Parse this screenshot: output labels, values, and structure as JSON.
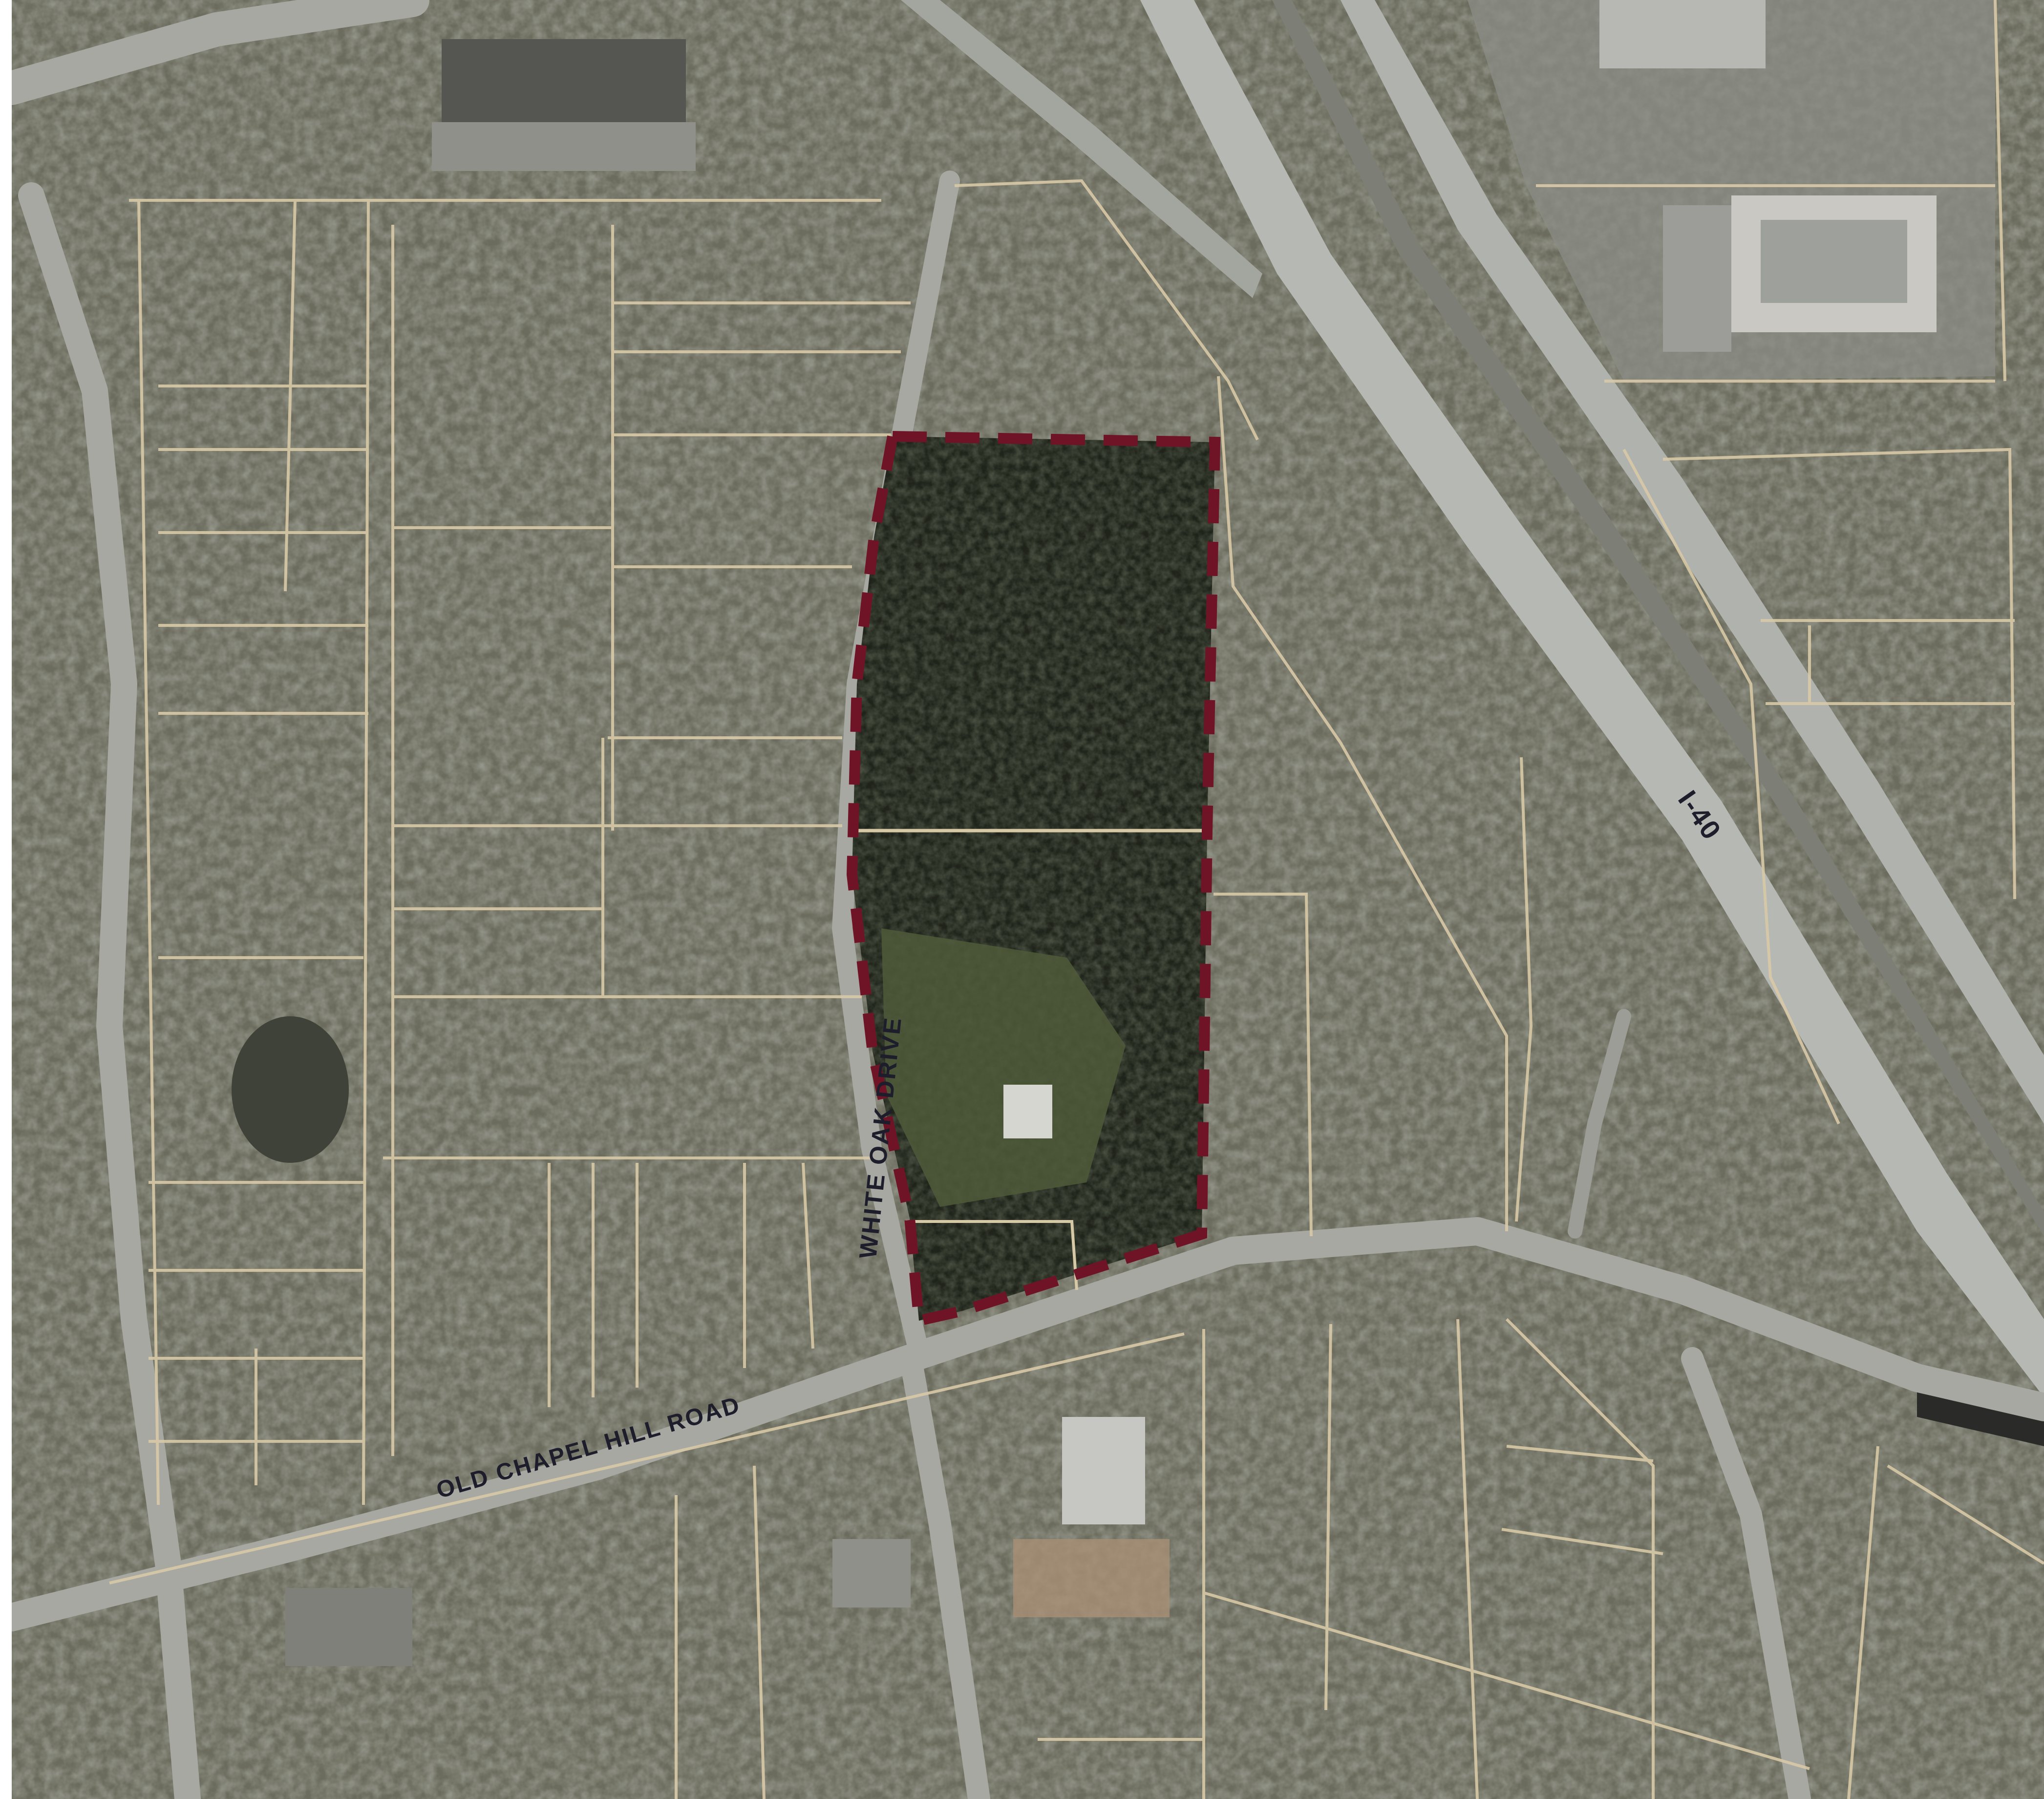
{
  "map": {
    "labels": {
      "white_oak_drive": "WHITE OAK DRIVE",
      "old_chapel_hill_road": "OLD CHAPEL HILL ROAD",
      "interstate": "I-40"
    },
    "colors": {
      "forest": "#55584a",
      "forest_light": "#6d6f60",
      "clearing": "#8d8a78",
      "parcel_line": "#d8c9a6",
      "highway": "#b8bab6",
      "road": "#a9aaa3",
      "site_boundary": "#6f1426",
      "label_text": "#1d1d2b"
    }
  }
}
